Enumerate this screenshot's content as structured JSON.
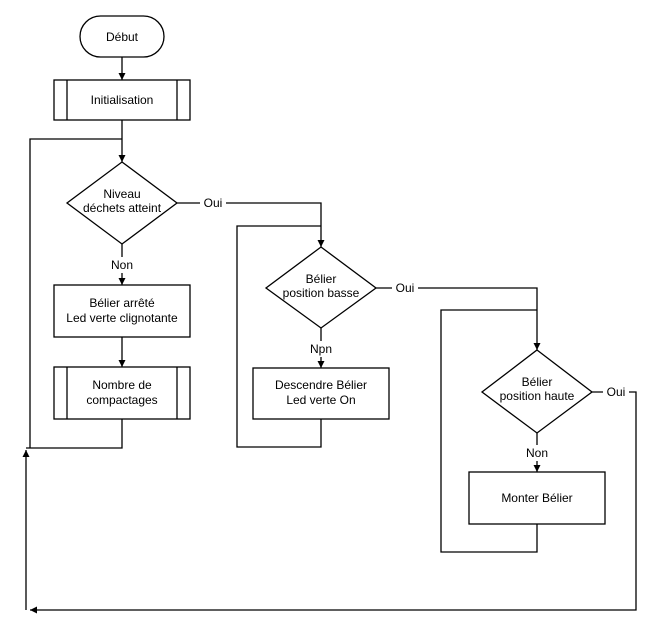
{
  "nodes": {
    "start": {
      "label": "Début"
    },
    "init": {
      "label": "Initialisation"
    },
    "level_check": {
      "line1": "Niveau",
      "line2": "déchets atteint"
    },
    "ram_stopped": {
      "line1": "Bélier arrêté",
      "line2": "Led verte clignotante"
    },
    "compaction_count": {
      "line1": "Nombre de",
      "line2": "compactages"
    },
    "ram_low_check": {
      "line1": "Bélier",
      "line2": "position basse"
    },
    "lower_ram": {
      "line1": "Descendre Bélier",
      "line2": "Led verte On"
    },
    "ram_high_check": {
      "line1": "Bélier",
      "line2": "position haute"
    },
    "raise_ram": {
      "label": "Monter Bélier"
    }
  },
  "edges": {
    "level_yes": "Oui",
    "level_no": "Non",
    "low_yes": "Oui",
    "low_no": "Npn",
    "high_yes": "Oui",
    "high_no": "Non"
  }
}
